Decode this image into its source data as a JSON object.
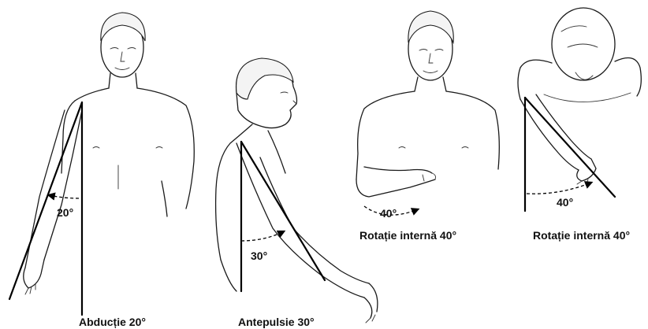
{
  "figures": [
    {
      "id": "abductie",
      "caption": "Abducție 20°",
      "angle_label": "20°"
    },
    {
      "id": "antepulsie",
      "caption": "Antepulsie 30°",
      "angle_label": "30°"
    },
    {
      "id": "rotatie-front",
      "caption": "Rotație internă 40°",
      "angle_label": "40°"
    },
    {
      "id": "rotatie-top",
      "caption": "Rotație internă 40°",
      "angle_label": "40°"
    }
  ]
}
